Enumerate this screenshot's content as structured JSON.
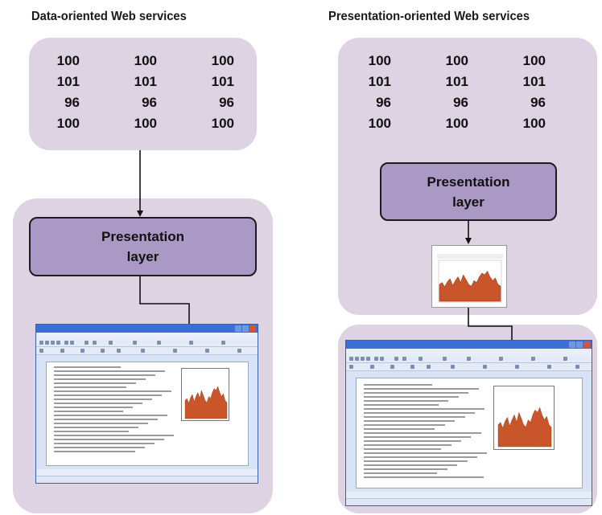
{
  "headings": {
    "left": "Data-oriented Web services",
    "right": "Presentation-oriented Web services"
  },
  "data_table": {
    "rows": [
      [
        "100",
        "100",
        "100"
      ],
      [
        "101",
        "101",
        "101"
      ],
      [
        "96",
        "96",
        "96"
      ],
      [
        "100",
        "100",
        "100"
      ]
    ]
  },
  "presentation_layer": {
    "line1": "Presentation",
    "line2": "layer"
  },
  "colors": {
    "panel": "#ddd3e3",
    "layer_box": "#a999c4",
    "chart_fill": "#c9552a",
    "word_titlebar": "#3b6fd6"
  },
  "icons": {
    "chart_thumbnail": "area-chart-thumbnail",
    "word_window": "word-processor-window-screenshot"
  }
}
